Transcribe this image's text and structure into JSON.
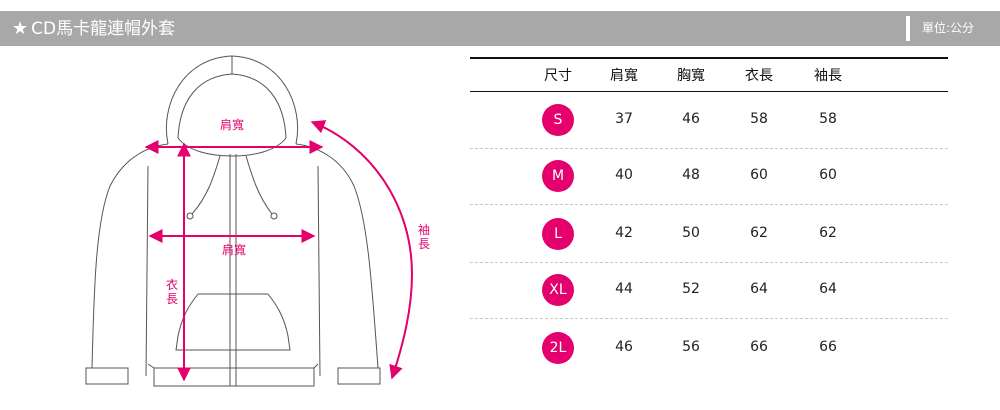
{
  "header": {
    "title": "CD馬卡龍連帽外套",
    "unit": "單位:公分"
  },
  "diagram": {
    "shoulder_label": "肩寬",
    "chest_label": "肩寬",
    "length_label": "衣長",
    "sleeve_label": "袖長"
  },
  "colors": {
    "accent": "#e4006d",
    "header_bg": "#a8a8a8"
  },
  "table": {
    "headers": [
      "尺寸",
      "肩寬",
      "胸寬",
      "衣長",
      "袖長"
    ],
    "rows": [
      {
        "size": "S",
        "values": [
          "37",
          "46",
          "58",
          "58"
        ]
      },
      {
        "size": "M",
        "values": [
          "40",
          "48",
          "60",
          "60"
        ]
      },
      {
        "size": "L",
        "values": [
          "42",
          "50",
          "62",
          "62"
        ]
      },
      {
        "size": "XL",
        "values": [
          "44",
          "52",
          "64",
          "64"
        ]
      },
      {
        "size": "2L",
        "values": [
          "46",
          "56",
          "66",
          "66"
        ]
      }
    ]
  }
}
